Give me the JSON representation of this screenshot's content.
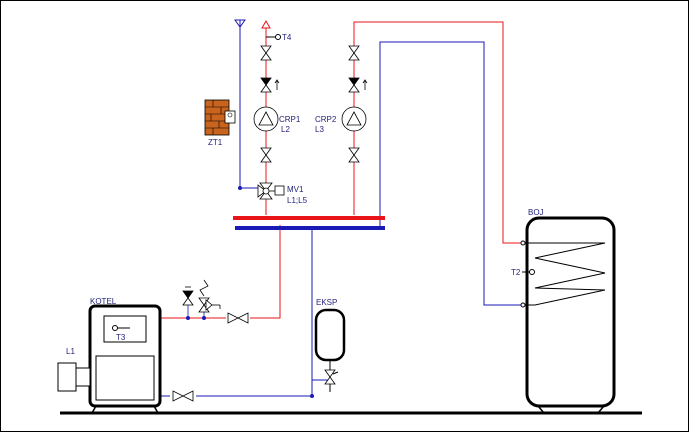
{
  "labels": {
    "t4": "T4",
    "crp1": "CRP1",
    "l2": "L2",
    "crp2": "CRP2",
    "l3": "L3",
    "zt1": "ZT1",
    "mv1": "MV1",
    "l1l5": "L1;L5",
    "boj": "BOJ",
    "t2": "T2",
    "kotel": "KOTEL",
    "t3": "T3",
    "l1": "L1",
    "eksp": "EKSP"
  },
  "colors": {
    "supply": "#e8141a",
    "return": "#1a1ab4",
    "outline": "#000000",
    "thermostat": "#c8641e",
    "label": "#23237a"
  }
}
